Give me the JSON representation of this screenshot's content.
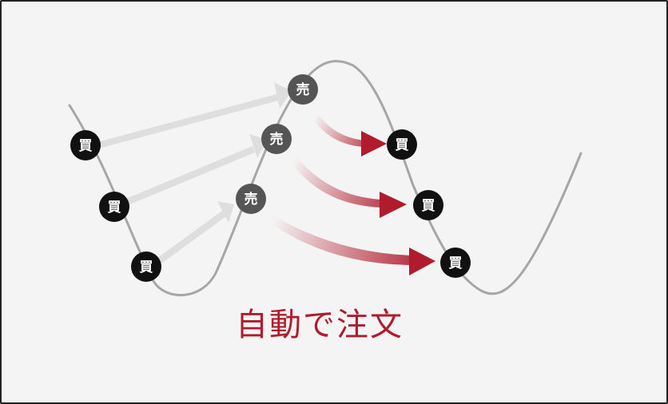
{
  "diagram": {
    "caption": "自動で注文",
    "buy_label": "買",
    "sell_label": "売",
    "colors": {
      "background": "#f4f4f4",
      "wave": "#a6a6a6",
      "buy_badge": "#111111",
      "sell_badge": "#555555",
      "buy_to_sell_arrow": "#dedede",
      "sell_to_buy_arrow": "#b01c2e",
      "caption": "#b01c2e"
    }
  }
}
